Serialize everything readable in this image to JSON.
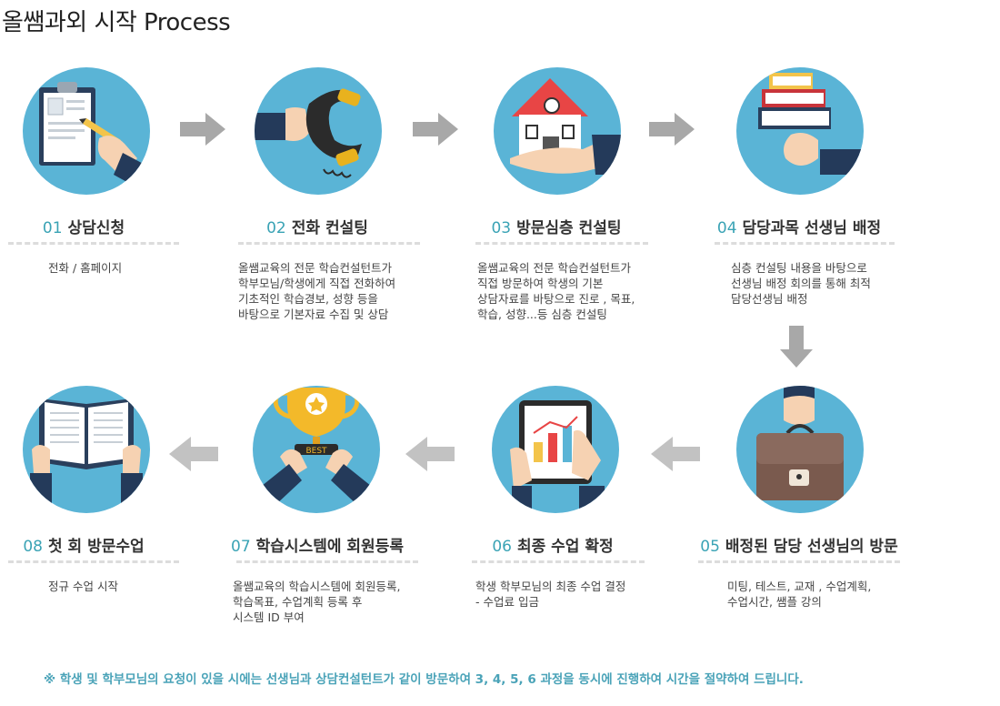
{
  "title": "올쌤과외  시작 Process",
  "steps": [
    {
      "num": "01",
      "title": "상담신청",
      "desc": "전화 / 홈페이지",
      "icon": "clipboard-writing-icon"
    },
    {
      "num": "02",
      "title": "전화 컨설팅",
      "desc": "올쌤교육의 전문 학습컨설턴트가\n학부모님/학생에게 직접 전화하여\n기초적인 학습경보, 성향 등을\n바탕으로 기본자료 수집 및 상담",
      "icon": "telephone-receiver-icon"
    },
    {
      "num": "03",
      "title": "방문심층 컨설팅",
      "desc": "올쌤교육의 전문 학습컨설턴트가\n직접 방문하여 학생의 기본\n상담자료를 바탕으로 진로 , 목표,\n학습, 성향...등 심층 컨설팅",
      "icon": "house-in-hand-icon"
    },
    {
      "num": "04",
      "title": "담당과목 선생님 배정",
      "desc": "심층 컨설팅 내용을 바탕으로\n선생님 배정 회의를 통해 최적\n담당선생님 배정",
      "icon": "stack-of-books-icon"
    },
    {
      "num": "05",
      "title": "배정된 담당 선생님의 방문",
      "desc": "미팅, 테스트,  교재 , 수업계획,\n수업시간, 쌤플 강의",
      "icon": "briefcase-icon"
    },
    {
      "num": "06",
      "title": "최종 수업 확정",
      "desc": "학생 학부모님의 최종 수업 결정\n- 수업료 입금",
      "icon": "tablet-chart-icon"
    },
    {
      "num": "07",
      "title": "학습시스템에 회원등록",
      "desc": "올쌤교육의 학습시스템에 회원등록,\n학습목표, 수업계획 등록 후\n시스템 ID 부여",
      "icon": "trophy-best-icon"
    },
    {
      "num": "08",
      "title": "첫 회 방문수업",
      "desc": "정규 수업 시작",
      "icon": "open-book-icon"
    }
  ],
  "footnote": "※  학생 및 학부모님의 요청이 있을 시에는 선생님과 상담컨설턴트가 같이 방문하여 3, 4, 5, 6 과정을 동시에 진행하여 시간을 절약하여 드립니다.",
  "colors": {
    "circle": "#5ab4d6",
    "number": "#3aa3b5",
    "footnote": "#4aa3b8",
    "arrow": "#a8a8a8"
  }
}
